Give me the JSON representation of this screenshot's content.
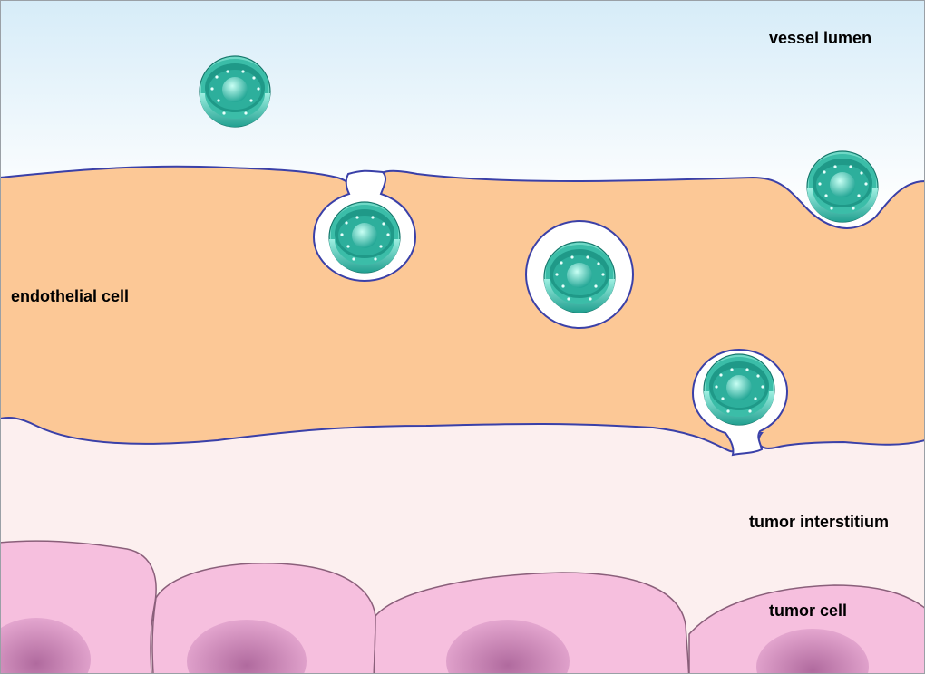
{
  "labels": {
    "vessel_lumen": "vessel lumen",
    "endothelial_cell": "endothelial cell",
    "tumor_interstitium": "tumor interstitium",
    "tumor_cell": "tumor cell"
  },
  "colors": {
    "lumen_top": "#d6ecf8",
    "lumen_bottom": "#ffffff",
    "endothelium": "#fcc896",
    "membrane": "#3a40a8",
    "interstitium": "#fcefef",
    "tumor_cell": "#f6bfde",
    "tumor_nucleus": "#d08cbc",
    "nanoparticle": "#4fc7b3",
    "nanoparticle_dark": "#1e8f80"
  }
}
